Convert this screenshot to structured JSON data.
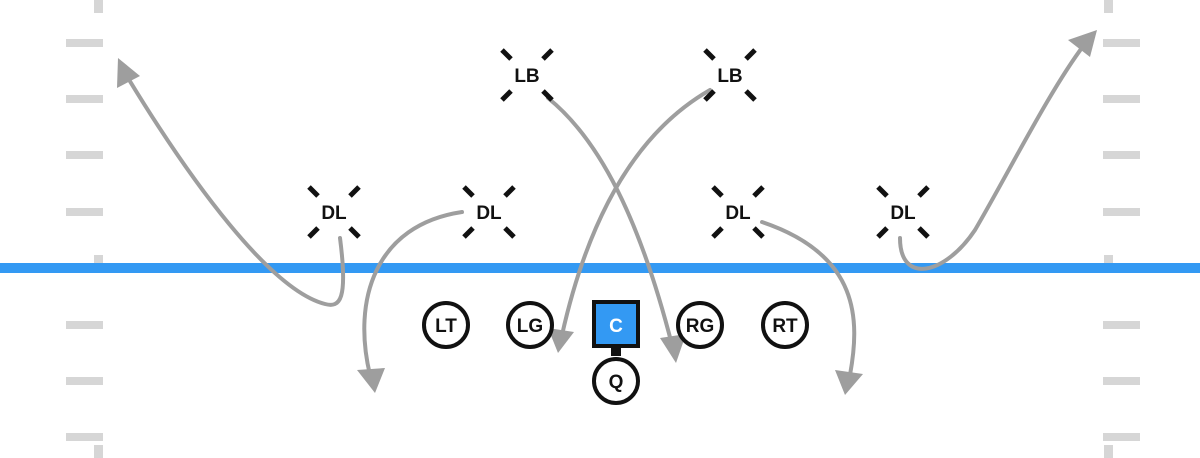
{
  "colors": {
    "line_of_scrimmage": "#3399f3",
    "center_fill": "#3399f3",
    "route": "#9e9e9e",
    "hash": "#d6d6d6",
    "ink": "#111111"
  },
  "offense": [
    {
      "id": "lt",
      "label": "LT",
      "shape": "circle"
    },
    {
      "id": "lg",
      "label": "LG",
      "shape": "circle"
    },
    {
      "id": "c",
      "label": "C",
      "shape": "square"
    },
    {
      "id": "rg",
      "label": "RG",
      "shape": "circle"
    },
    {
      "id": "rt",
      "label": "RT",
      "shape": "circle"
    },
    {
      "id": "q",
      "label": "Q",
      "shape": "circle"
    }
  ],
  "defense": [
    {
      "id": "lb1",
      "label": "LB"
    },
    {
      "id": "lb2",
      "label": "LB"
    },
    {
      "id": "dl1",
      "label": "DL"
    },
    {
      "id": "dl2",
      "label": "DL"
    },
    {
      "id": "dl3",
      "label": "DL"
    },
    {
      "id": "dl4",
      "label": "DL"
    }
  ]
}
